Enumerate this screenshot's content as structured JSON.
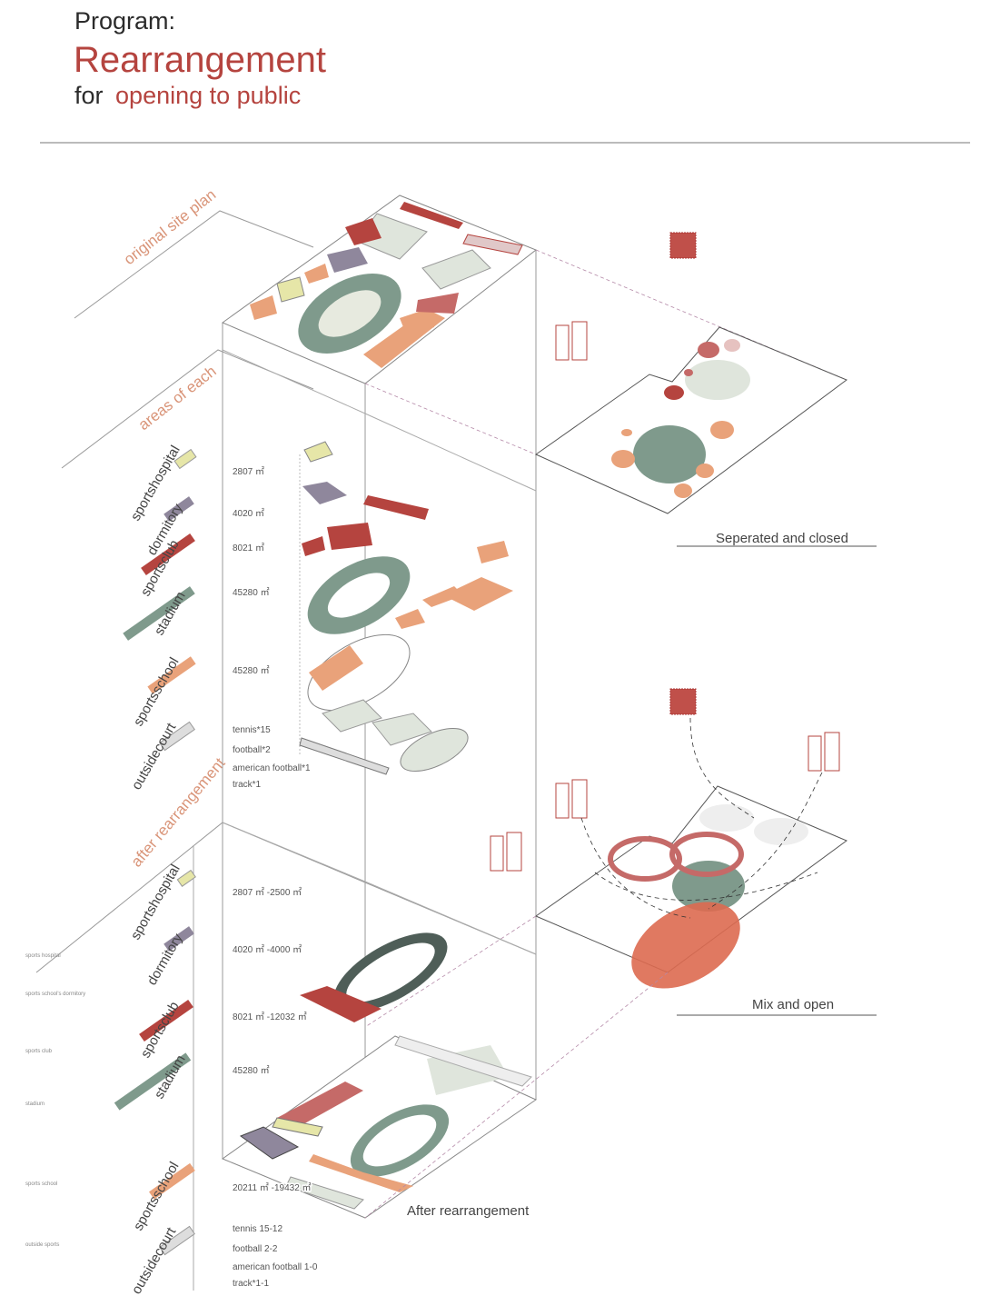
{
  "header": {
    "program": "Program:",
    "title": "Rearrangement",
    "subtitle_prefix": "for",
    "subtitle_rest": "opening to public"
  },
  "section_labels": {
    "original": "original site plan",
    "areas": "areas of each",
    "after": "after rearrangement"
  },
  "bars_before": [
    "sportshospital",
    "dormitory",
    "sportsclub",
    "stadium",
    "sportsschool",
    "outsidecourt"
  ],
  "bars_after": [
    "sportshospital",
    "dormitory",
    "sportsclub",
    "stadium",
    "sportsschool",
    "outsidecourt"
  ],
  "legend_small": [
    "sports hospital",
    "sports school's dormitory",
    "sports club",
    "stadium",
    "sports school",
    "outside sports"
  ],
  "areas_before": [
    "2807 ㎡",
    "4020 ㎡",
    "8021 ㎡",
    "45280 ㎡",
    "45280 ㎡"
  ],
  "courts_before": [
    "tennis*15",
    "football*2",
    "american football*1",
    "track*1"
  ],
  "areas_after": [
    "2807 ㎡ -2500 ㎡",
    "4020 ㎡ -4000 ㎡",
    "8021 ㎡ -12032 ㎡",
    "45280 ㎡",
    "20211 ㎡ -19432 ㎡"
  ],
  "courts_after": [
    "tennis 15-12",
    "football 2-2",
    "american football 1-0",
    "track*1-1"
  ],
  "captions": {
    "closed": "Seperated and closed",
    "open": "Mix and open",
    "after_plan": "After rearrangement"
  },
  "colors": {
    "red": "#b5443f",
    "light_red": "#d99478",
    "sage": "#7f9a8c",
    "orange": "#e9a27a",
    "purple": "#8f879c",
    "yellow": "#e6e6a8"
  }
}
